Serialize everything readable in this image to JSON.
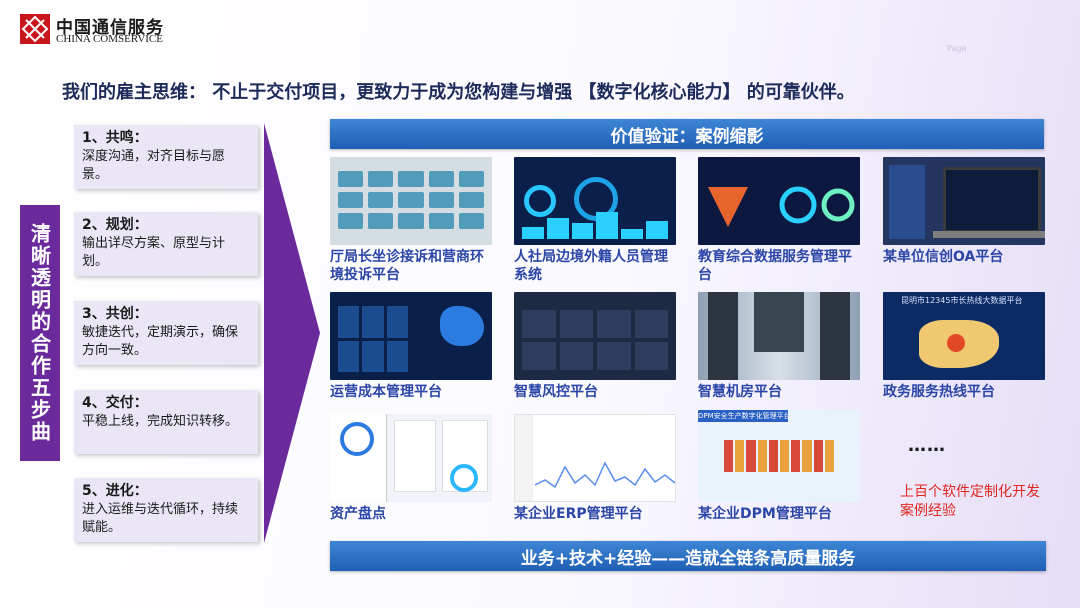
{
  "brand": {
    "name_cn": "中国通信服务",
    "name_en": "CHINA COMSERVICE"
  },
  "page_number": "Page",
  "headline": "我们的雇主思维： 不止于交付项目，更致力于成为您构建与增强 【数字化核心能力】 的可靠伙伴。",
  "side_title": "清晰透明的合作五步曲",
  "steps": [
    {
      "title": "1、共鸣：",
      "desc": "深度沟通，对齐目标与愿景。"
    },
    {
      "title": "2、规划：",
      "desc": "输出详尽方案、原型与计划。"
    },
    {
      "title": "3、共创：",
      "desc": "敏捷迭代，定期演示，确保方向一致。"
    },
    {
      "title": "4、交付：",
      "desc": "平稳上线，完成知识转移。"
    },
    {
      "title": "5、进化：",
      "desc": "进入运维与迭代循环，持续赋能。"
    }
  ],
  "banner_top": "价值验证：案例缩影",
  "banner_bottom": "业务+技术+经验——造就全链条高质量服务",
  "cases": [
    {
      "label": "厅局长坐诊接诉和营商环境投诉平台"
    },
    {
      "label": "人社局边境外籍人员管理系统"
    },
    {
      "label": "教育综合数据服务管理平台"
    },
    {
      "label": "某单位信创OA平台"
    },
    {
      "label": "运营成本管理平台"
    },
    {
      "label": "智慧风控平台"
    },
    {
      "label": "智慧机房平台"
    },
    {
      "label": "政务服务热线平台"
    },
    {
      "label": "资产盘点"
    },
    {
      "label": "某企业ERP管理平台"
    },
    {
      "label": "某企业DPM管理平台"
    }
  ],
  "thumb_texts": {
    "hotline_title": "昆明市12345市长热线大数据平台",
    "dpm_title": "DPM安全生产数字化管理平台"
  },
  "more_dots": "……",
  "note": "上百个软件定制化开发案例经验",
  "colors": {
    "accent_purple": "#6a2a9c",
    "banner_blue": "#2a6fc4",
    "label_blue": "#2b46a6",
    "note_red": "#e0261e"
  }
}
